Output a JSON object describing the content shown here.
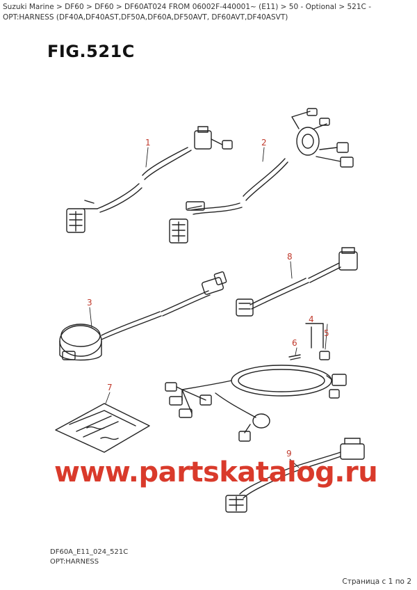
{
  "breadcrumb": "Suzuki Marine > DF60 > DF60 > DF60AT024 FROM 06002F-440001~ (E11) > 50 - Optional > 521C - OPT:HARNESS (DF40A,DF40AST,DF50A,DF60A,DF50AVT, DF60AVT,DF40ASVT)",
  "figure_title": "FIG.521C",
  "callouts": {
    "c1": "1",
    "c2": "2",
    "c3": "3",
    "c4": "4",
    "c5": "5",
    "c6": "6",
    "c7": "7",
    "c8": "8",
    "c9": "9"
  },
  "watermark": "www.partskatalog.ru",
  "footer_code": "DF60A_E11_024_521C",
  "footer_label": "OPT:HARNESS",
  "page_counter": "Страница с 1 по 2",
  "colors": {
    "callout": "#c0392b",
    "watermark": "#d93a2b",
    "line": "#222222"
  }
}
